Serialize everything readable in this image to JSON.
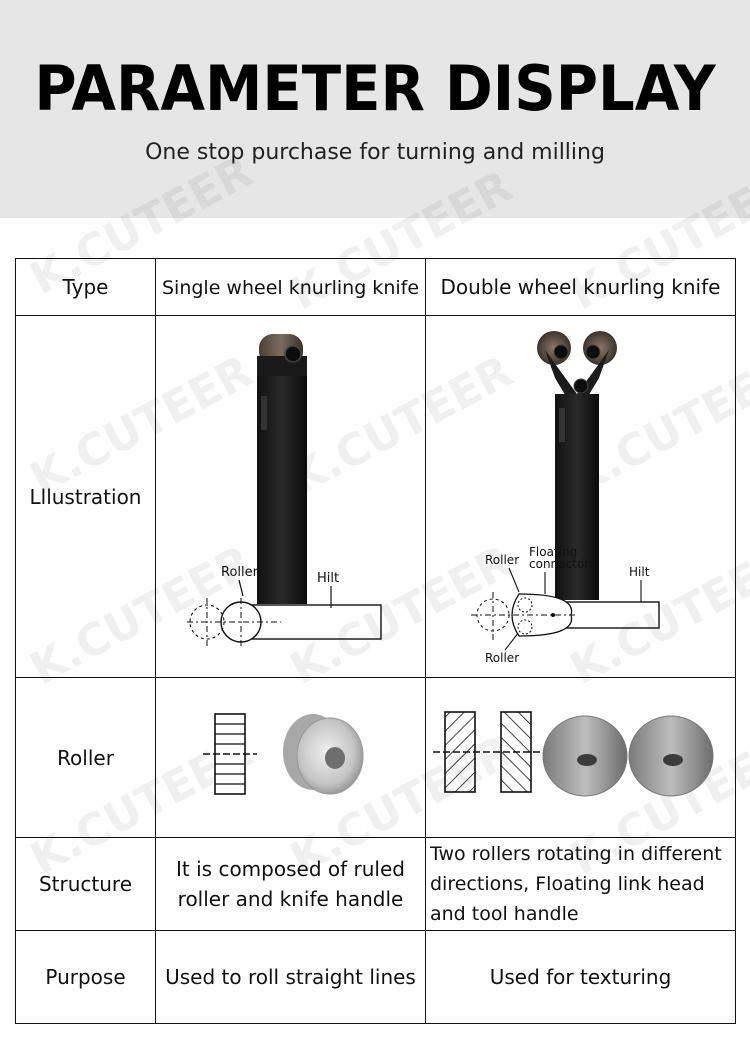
{
  "header": {
    "title": "PARAMETER DISPLAY",
    "subtitle": "One stop purchase for turning and milling"
  },
  "watermark": "K.CUTEER",
  "table": {
    "row_labels": {
      "type": "Type",
      "illustration": "Lllustration",
      "roller": "Roller",
      "structure": "Structure",
      "purpose": "Purpose"
    },
    "single": {
      "type": "Single wheel knurling knife",
      "diagram_labels": {
        "roller": "Roller",
        "hilt": "Hilt"
      },
      "structure": "It is composed of ruled roller and knife handle",
      "purpose": "Used to roll straight lines"
    },
    "double": {
      "type": "Double wheel knurling knife",
      "diagram_labels": {
        "roller_top": "Roller",
        "floating": "Floating connector",
        "hilt": "Hilt",
        "roller_bottom": "Roller"
      },
      "structure": "Two rollers rotating in different directions, Floating link head and tool handle",
      "purpose": "Used for texturing"
    }
  }
}
